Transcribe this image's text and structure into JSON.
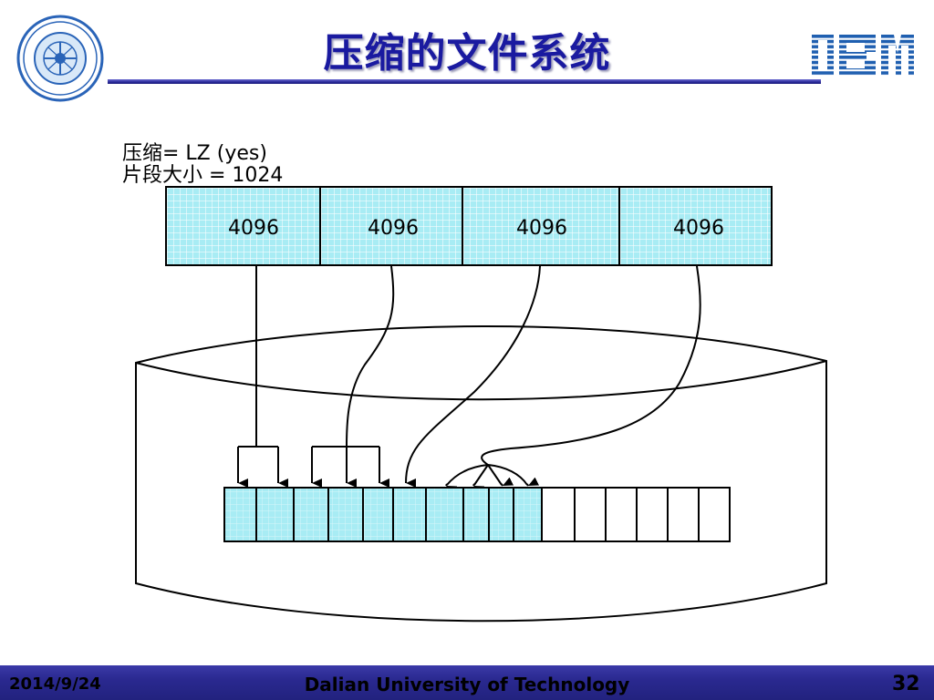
{
  "title": "压缩的文件系统",
  "labels": {
    "compression": "压缩= LZ (yes)",
    "fragment_size": "片段大小 = 1024"
  },
  "fragments": [
    {
      "size": "4096"
    },
    {
      "size": "4096"
    },
    {
      "size": "4096"
    },
    {
      "size": "4096"
    }
  ],
  "blocks": {
    "total": 16,
    "filled": 10
  },
  "footer": {
    "date": "2014/9/24",
    "institution": "Dalian University of Technology",
    "page": "32"
  },
  "colors": {
    "title": "#1a1aa0",
    "fragment_fill": "#a8ecf4",
    "footer_bar": "#2a2990"
  },
  "logos": {
    "left": "dalian-university-seal",
    "right": "ibm-logo"
  }
}
